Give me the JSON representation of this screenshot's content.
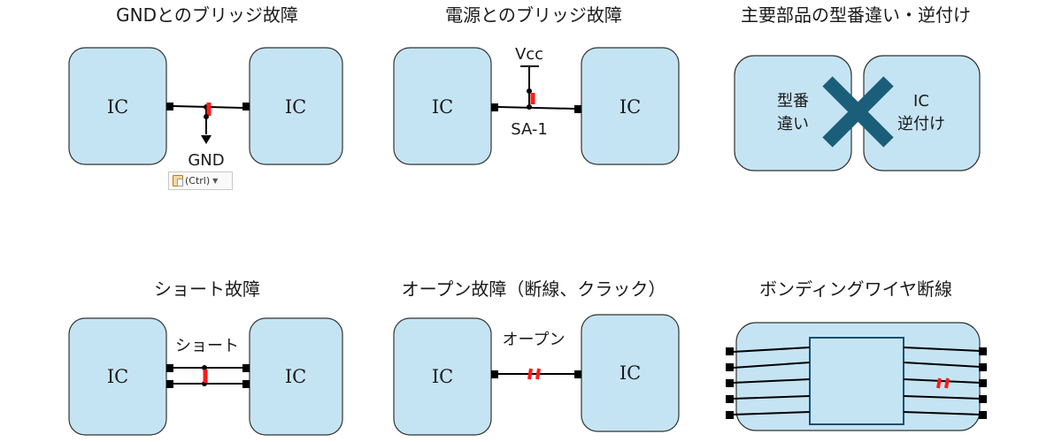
{
  "panels": {
    "gnd_bridge": {
      "title": "GNDとのブリッジ故障",
      "ic_left": "IC",
      "ic_right": "IC",
      "gnd_label": "GND"
    },
    "vcc_bridge": {
      "title": "電源とのブリッジ故障",
      "ic_left": "IC",
      "ic_right": "IC",
      "vcc_label": "Vcc",
      "net_label": "SA-1"
    },
    "wrong_part": {
      "title": "主要部品の型番違い・逆付け",
      "left_line1": "型番",
      "left_line2": "違い",
      "right_line1": "IC",
      "right_line2": "逆付け"
    },
    "short": {
      "title": "ショート故障",
      "ic_left": "IC",
      "ic_right": "IC",
      "short_label": "ショート"
    },
    "open": {
      "title": "オープン故障（断線、クラック）",
      "ic_left": "IC",
      "ic_right": "IC",
      "open_label": "オープン"
    },
    "bonding": {
      "title": "ボンディングワイヤ断線"
    }
  },
  "paste_options": {
    "label": "(Ctrl)",
    "icon": "clipboard-icon"
  },
  "colors": {
    "ic_fill": "#c5e4f3",
    "fault": "#ff1a1a",
    "cross": "#1b5e7a"
  }
}
